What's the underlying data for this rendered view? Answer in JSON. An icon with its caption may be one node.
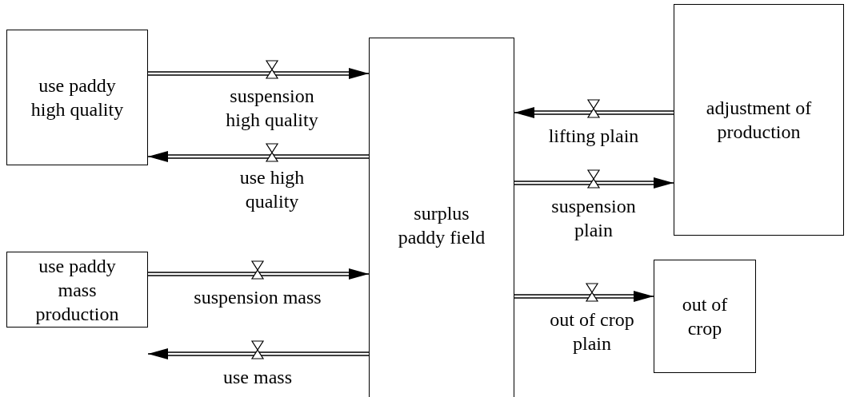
{
  "diagram": {
    "nodes": [
      {
        "text": [
          "use paddy high quality"
        ]
      },
      {
        "text": [
          "surplus paddy field"
        ]
      },
      {
        "text": [
          "adjustment of production"
        ]
      },
      {
        "text": [
          "use paddy mass production"
        ]
      },
      {
        "text": [
          "out of crop"
        ]
      }
    ],
    "edges": [
      {
        "from": 0,
        "to": 1,
        "arrow": "to",
        "label": "suspension high quality"
      },
      {
        "from": 1,
        "to": 0,
        "arrow": "to",
        "label": "use high quality"
      },
      {
        "from": 2,
        "to": 1,
        "arrow": "to",
        "label": "lifting plain"
      },
      {
        "from": 1,
        "to": 2,
        "arrow": "to",
        "label": "suspension plain"
      },
      {
        "from": 3,
        "to": 1,
        "arrow": "to",
        "label": "suspension mass"
      },
      {
        "from": 1,
        "to": 3,
        "arrow": "to",
        "label": "use mass"
      },
      {
        "from": 1,
        "to": 4,
        "arrow": "to",
        "label": "out of crop plain"
      }
    ]
  }
}
